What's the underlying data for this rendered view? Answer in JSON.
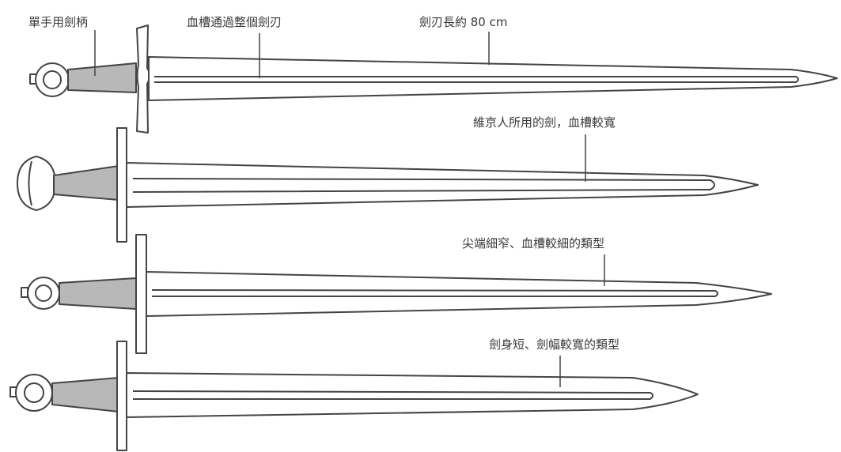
{
  "labels": {
    "grip": "單手用劍柄",
    "fuller": "血槽通過整個劍刃",
    "blade_length": "劍刃長約 80 cm",
    "viking": "維京人所用的劍，血槽較寬",
    "narrow_tip": "尖端細窄、血槽較細的類型",
    "short_wide": "劍身短、劍幅較寬的類型"
  },
  "colors": {
    "stroke": "#444444",
    "grip_fill": "#b8b8b8",
    "background": "#ffffff"
  }
}
